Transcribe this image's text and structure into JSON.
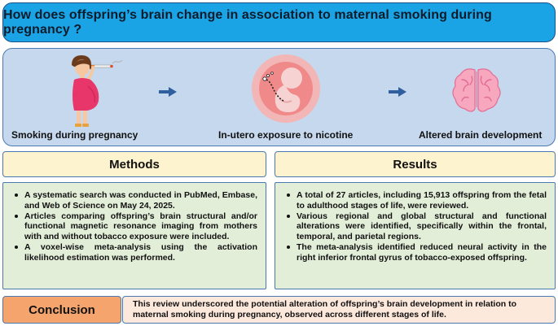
{
  "title": "How does offspring’s brain change in association to maternal smoking during pregnancy ?",
  "pathway": {
    "steps": [
      {
        "label": "Smoking during pregnancy",
        "icon": "pregnant-woman-smoking-icon"
      },
      {
        "label": "In-utero exposure to nicotine",
        "icon": "fetus-in-womb-icon"
      },
      {
        "label": "Altered brain development",
        "icon": "brain-icon"
      }
    ],
    "arrow_icon": "right-arrow-icon"
  },
  "methods": {
    "heading": "Methods",
    "bullets": [
      "A systematic search was conducted in PubMed, Embase, and Web of Science on May 24, 2025.",
      "Articles comparing offspring’s brain structural and/or functional magnetic resonance imaging from mothers with and without tobacco exposure were included.",
      "A voxel-wise meta-analysis using the activation likelihood estimation was performed."
    ]
  },
  "results": {
    "heading": "Results",
    "bullets": [
      "A total of 27 articles, including 15,913 offspring from the fetal to adulthood stages of life, were reviewed.",
      "Various regional and global structural and functional alterations were identified, specifically within the frontal, temporal, and parietal regions.",
      "The meta-analysis identified reduced neural activity in the right inferior frontal gyrus of tobacco-exposed offspring."
    ]
  },
  "conclusion": {
    "heading": "Conclusion",
    "text": "This review underscored the potential alteration of offspring’s brain development in relation to maternal smoking during pregnancy, observed across different stages of life."
  },
  "colors": {
    "title_bg": "#1aa4e6",
    "pathway_bg": "#c6d8ee",
    "section_head_bg": "#fdf3cf",
    "section_body_bg": "#e3eed9",
    "conclusion_head_bg": "#f4a46c",
    "conclusion_body_bg": "#fde8dc",
    "arrow": "#2f5f9e"
  }
}
